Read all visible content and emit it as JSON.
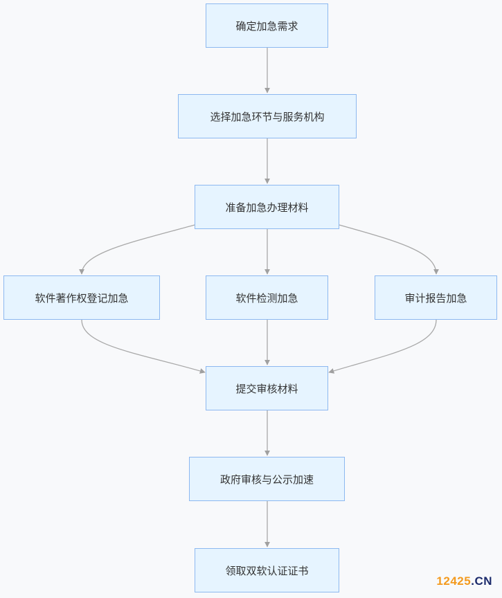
{
  "nodes": {
    "n1": "确定加急需求",
    "n2": "选择加急环节与服务机构",
    "n3": "准备加急办理材料",
    "n4": "软件著作权登记加急",
    "n5": "软件检测加急",
    "n6": "审计报告加急",
    "n7": "提交审核材料",
    "n8": "政府审核与公示加速",
    "n9": "领取双软认证证书"
  },
  "watermark": {
    "number": "12425",
    "dot": ".",
    "domain": "CN"
  },
  "colors": {
    "node_fill": "#e6f4ff",
    "node_border": "#8cb8f0",
    "edge": "#a8a8a8",
    "watermark_number": "#f39a1e",
    "watermark_domain": "#1b2a6b"
  }
}
